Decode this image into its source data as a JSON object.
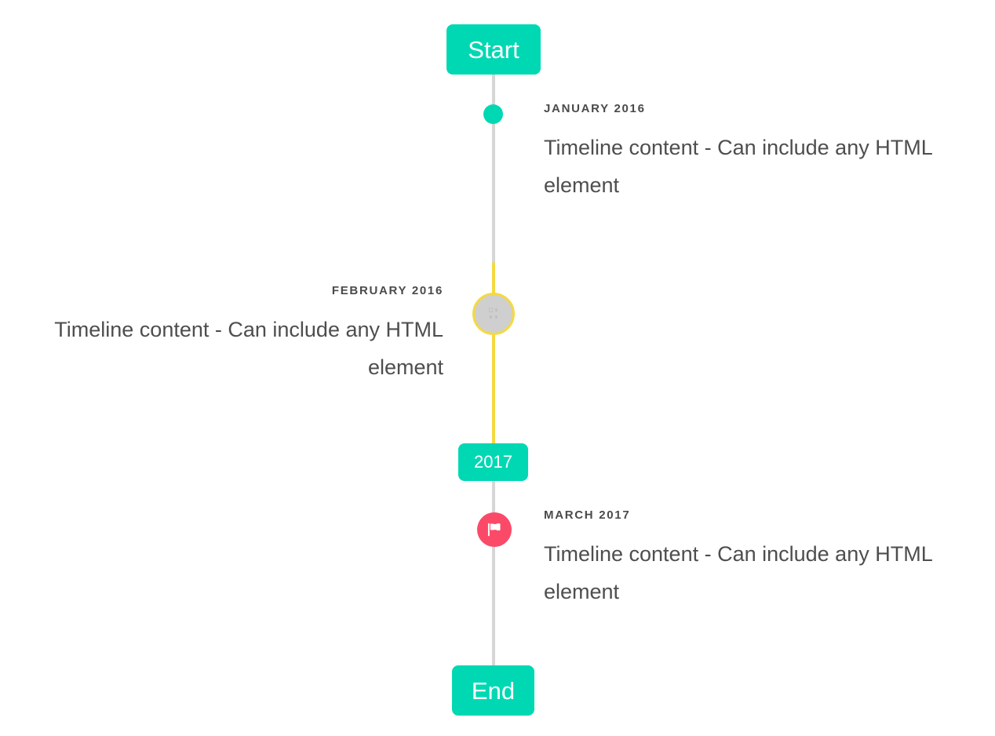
{
  "timeline": {
    "start_badge": {
      "label": "Start"
    },
    "year_badge": {
      "label": "2017"
    },
    "end_badge": {
      "label": "End"
    },
    "colors": {
      "accent_teal": "#00d8b4",
      "rail_gray": "#d6d6d6",
      "rail_yellow": "#f5d940",
      "marker_pending_fill": "#cfcfcf",
      "marker_flag_fill": "#fb4a68",
      "text": "#4e4e4e",
      "date_text": "#4a4a4a",
      "badge_text": "#ffffff"
    },
    "entries": [
      {
        "date": "JANUARY 2016",
        "body": "Timeline content - Can include any HTML element",
        "side": "right",
        "marker": "dot"
      },
      {
        "date": "FEBRUARY 2016",
        "body": "Timeline content - Can include any HTML element",
        "side": "left",
        "marker": "pending-icon"
      },
      {
        "date": "MARCH 2017",
        "body": "Timeline content - Can include any HTML element",
        "side": "right",
        "marker": "flag-icon"
      }
    ]
  }
}
